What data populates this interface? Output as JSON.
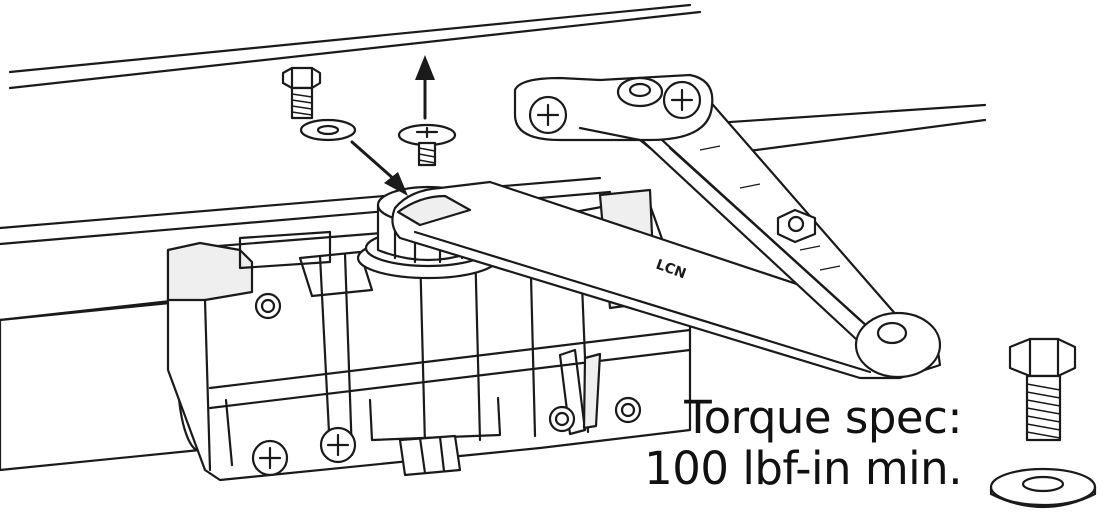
{
  "caption": {
    "line1": "Torque spec:",
    "line2": "100 lbf-in min."
  },
  "arm_marking": "LCN",
  "colors": {
    "ink": "#1a1a1a",
    "paper": "#ffffff",
    "shade": "#efefef"
  }
}
